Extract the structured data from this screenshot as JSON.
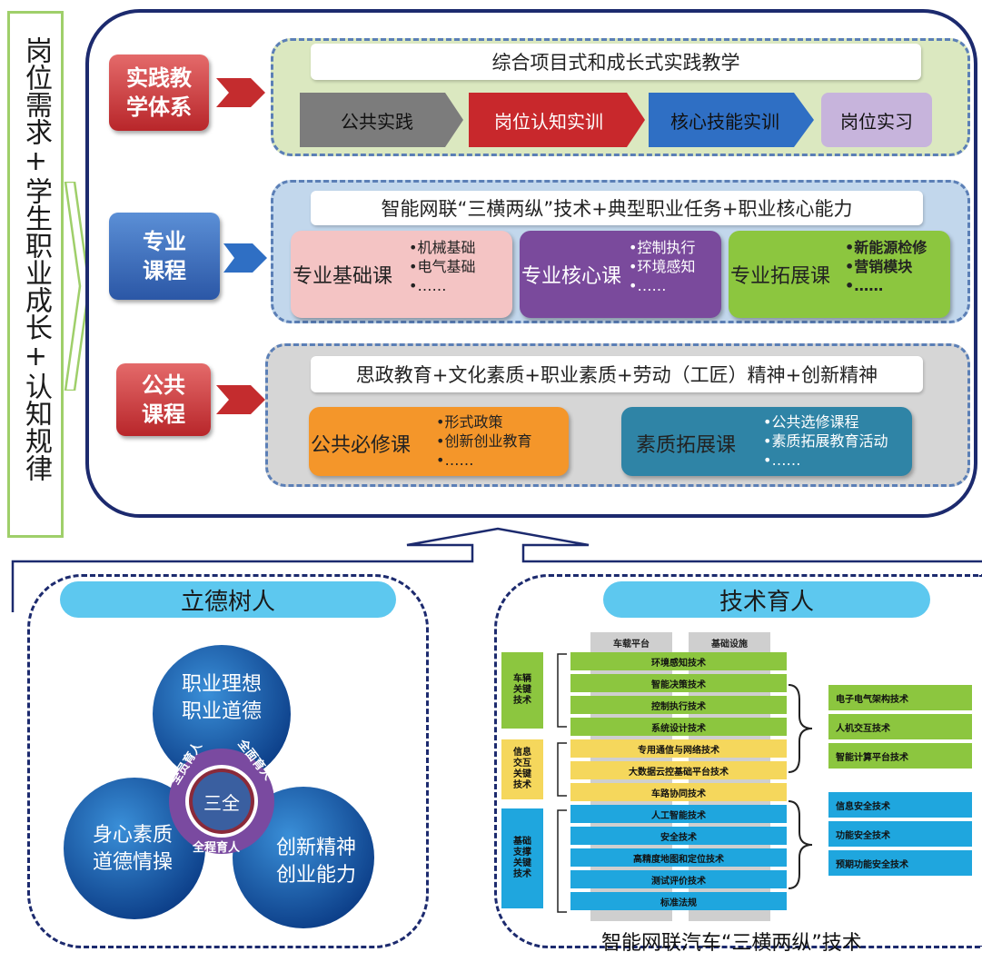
{
  "left_banner": {
    "text": "岗位需求+学生职业成长+认知规律"
  },
  "practice": {
    "label": "实践教学体系",
    "label_line1": "实践教",
    "label_line2": "学体系",
    "header": "综合项目式和成长式实践教学",
    "steps": [
      "公共实践",
      "岗位认知实训",
      "核心技能实训",
      "岗位实习"
    ]
  },
  "professional": {
    "label_line1": "专业",
    "label_line2": "课程",
    "header": "智能网联“三横两纵”技术+典型职业任务+职业核心能力",
    "courses": [
      {
        "title": "专业基础课",
        "bullets": [
          "•机械基础",
          "•电气基础",
          "•……"
        ]
      },
      {
        "title": "专业核心课",
        "bullets": [
          "•控制执行",
          "•环境感知",
          "•……"
        ]
      },
      {
        "title": "专业拓展课",
        "bullets": [
          "•新能源检修",
          "•营销模块",
          "•……"
        ]
      }
    ]
  },
  "public": {
    "label_line1": "公共",
    "label_line2": "课程",
    "header": "思政教育+文化素质+职业素质+劳动（工匠）精神+创新精神",
    "courses": [
      {
        "title": "公共必修课",
        "bullets": [
          "•形式政策",
          "•创新创业教育",
          "•……"
        ]
      },
      {
        "title": "素质拓展课",
        "bullets": [
          "•公共选修课程",
          "•素质拓展教育活动",
          "•……"
        ]
      }
    ]
  },
  "lide": {
    "title": "立德树人",
    "circle_top": [
      "职业理想",
      "职业道德"
    ],
    "circle_left": [
      "身心素质",
      "道德情操"
    ],
    "circle_right": [
      "创新精神",
      "创业能力"
    ],
    "center": "三全",
    "ring_labels": [
      "全员育人",
      "全面育人",
      "全程育人"
    ]
  },
  "jishu": {
    "title": "技术育人",
    "top_labels": [
      "车载平台",
      "基础设施"
    ],
    "left_groups": [
      {
        "label": "车辆关键技术",
        "chars": [
          "车辆",
          "关键",
          "技术"
        ]
      },
      {
        "label": "信息交互关键技术",
        "chars": [
          "信息",
          "交互",
          "关键",
          "技术"
        ]
      },
      {
        "label": "基础支撑关键技术",
        "chars": [
          "基础",
          "支撑",
          "关键",
          "技术"
        ]
      }
    ],
    "bars": [
      {
        "text": "环境感知技术",
        "color": "green"
      },
      {
        "text": "智能决策技术",
        "color": "green"
      },
      {
        "text": "控制执行技术",
        "color": "green"
      },
      {
        "text": "系统设计技术",
        "color": "green"
      },
      {
        "text": "专用通信与网络技术",
        "color": "yellow"
      },
      {
        "text": "大数据云控基础平台技术",
        "color": "yellow"
      },
      {
        "text": "车路协同技术",
        "color": "yellow"
      },
      {
        "text": "人工智能技术",
        "color": "cyan"
      },
      {
        "text": "安全技术",
        "color": "cyan"
      },
      {
        "text": "高精度地图和定位技术",
        "color": "cyan"
      },
      {
        "text": "测试评价技术",
        "color": "cyan"
      },
      {
        "text": "标准法规",
        "color": "cyan"
      }
    ],
    "right_green": [
      "电子电气架构技术",
      "人机交互技术",
      "智能计算平台技术"
    ],
    "right_cyan": [
      "信息安全技术",
      "功能安全技术",
      "预期功能安全技术"
    ],
    "caption": "智能网联汽车“三横两纵”技术"
  }
}
